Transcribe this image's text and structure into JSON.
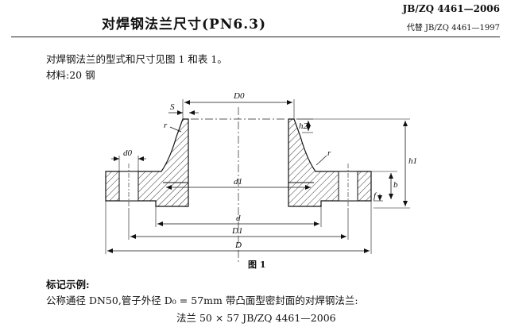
{
  "header": {
    "title": "对焊钢法兰尺寸(PN6.3)",
    "standard": "JB/ZQ 4461—2006",
    "replaces": "代替 JB/ZQ 4461—1997"
  },
  "intro": {
    "line1": "对焊钢法兰的型式和尺寸见图 1 和表 1。",
    "line2": "材料:20 钢"
  },
  "figure": {
    "caption": "图 1",
    "labels": {
      "D0": "D0",
      "S": "S",
      "r_top": "r",
      "h2": "h2",
      "d0": "d0",
      "r_side": "r",
      "h1": "h1",
      "b": "b",
      "f": "f",
      "d1": "d1",
      "d": "d",
      "D1": "D1",
      "D": "D"
    }
  },
  "marking": {
    "heading": "标记示例:",
    "desc": "公称通径 DN50,管子外径 D₀ = 57mm 带凸面型密封面的对焊钢法兰:",
    "example": "法兰   50 × 57   JB/ZQ 4461—2006"
  }
}
